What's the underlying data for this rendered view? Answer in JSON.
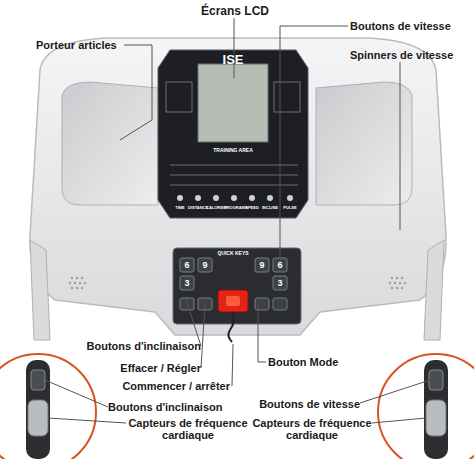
{
  "diagram": {
    "labels": [
      "Écrans LCD",
      "Porteur articles",
      "Boutons de vitesse",
      "Spinners de vitesse",
      "ISE",
      "TRAINING AREA",
      "QUICK KEYS",
      "TIME",
      "DISTANCE",
      "CALORIES",
      "PROGRAMS",
      "SPEED",
      "INCLINE",
      "PULSE",
      "6",
      "9",
      "3",
      "9",
      "6",
      "3",
      "Boutons d'inclinaison",
      "Effacer / Régler",
      "Commencer / arrêter",
      "Bouton Mode",
      "Boutons d'inclinaison",
      "Capteurs de fréquence cardiaque",
      "Boutons de vitesse",
      "Capteurs de fréquence cardiaque"
    ]
  }
}
